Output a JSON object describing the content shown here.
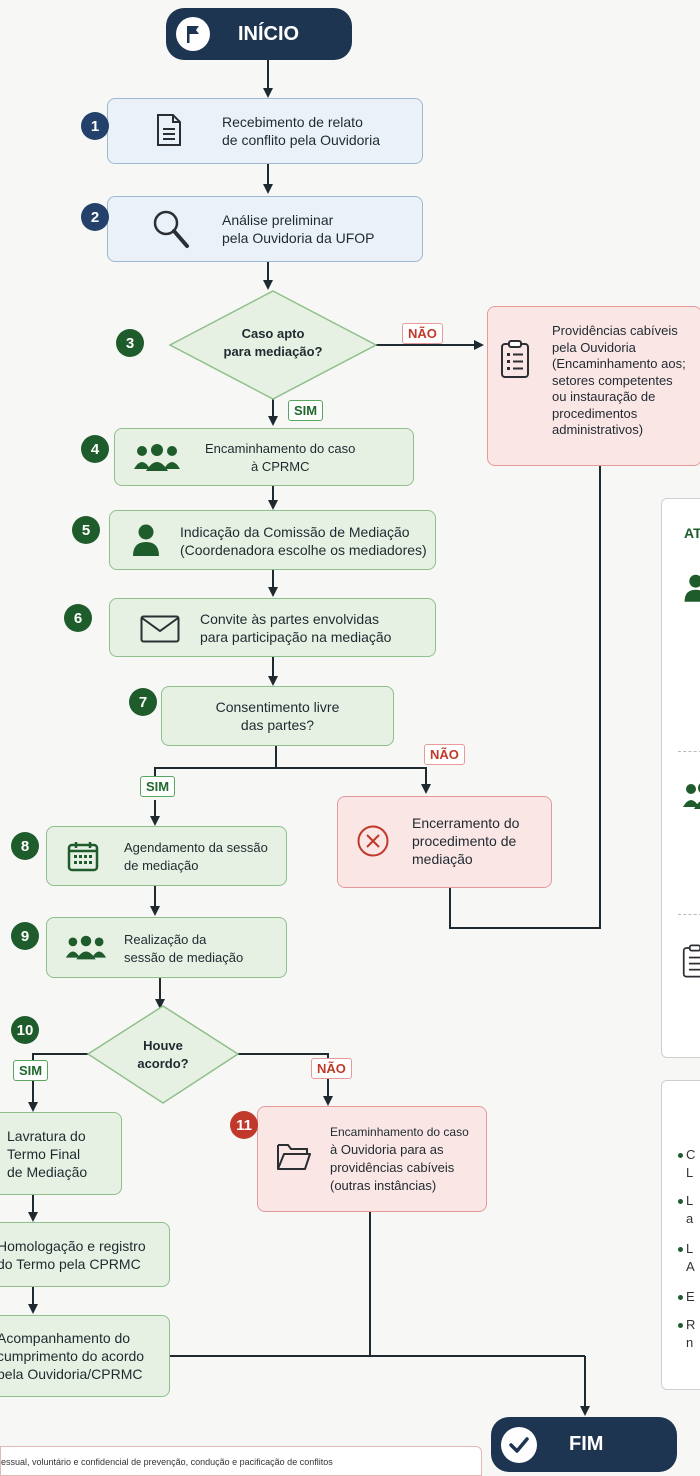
{
  "start": {
    "label": "INÍCIO"
  },
  "end": {
    "label": "FIM"
  },
  "steps": {
    "s1": {
      "num": "1",
      "line1": "Recebimento de relato",
      "line2": "de conflito pela Ouvidoria"
    },
    "s2": {
      "num": "2",
      "line1": "Análise preliminar",
      "line2": "pela Ouvidoria da UFOP"
    },
    "s3": {
      "num": "3",
      "line1": "Caso apto",
      "line2": "para mediação?"
    },
    "s4": {
      "num": "4",
      "line1": "Encaminhamento do caso",
      "line2": "à CPRMC"
    },
    "s5": {
      "num": "5",
      "line1": "Indicação da Comissão de Mediação",
      "line2": "(Coordenadora escolhe os mediadores)"
    },
    "s6": {
      "num": "6",
      "line1": "Convite às partes envolvidas",
      "line2": "para participação na mediação"
    },
    "s7": {
      "num": "7",
      "line1": "Consentimento livre",
      "line2": "das partes?"
    },
    "s8": {
      "num": "8",
      "line1": "Agendamento da sessão",
      "line2": "de mediação"
    },
    "s9": {
      "num": "9",
      "line1": "Realização da",
      "line2": "sessão de mediação"
    },
    "s10": {
      "num": "10",
      "line1": "Houve",
      "line2": "acordo?"
    },
    "s11": {
      "num": "11",
      "line1": "Encaminhamento do caso",
      "line2": "à Ouvidoria para as",
      "line3": "providências cabíveis",
      "line4": "(outras instâncias)"
    }
  },
  "providencias": {
    "l1": "Providências cabíveis",
    "l2": "pela Ouvidoria",
    "l3": "(Encaminhamento aos;",
    "l4": "setores competentes",
    "l5": "ou instauração de",
    "l6": "procedimentos",
    "l7": "administrativos)"
  },
  "encerramento": {
    "l1": "Encerramento do",
    "l2": "procedimento de",
    "l3": "mediação"
  },
  "lavratura": {
    "l1": "Lavratura do",
    "l2": "Termo Final",
    "l3": "de Mediação"
  },
  "homologacao": {
    "l1": "Homologação e registro",
    "l2": "do Termo pela CPRMC"
  },
  "acompanhamento": {
    "l1": "Acompanhamento do",
    "l2": "cumprimento do acordo",
    "l3": "pela Ouvidoria/CPRMC"
  },
  "labels": {
    "sim": "SIM",
    "nao": "NÃO"
  },
  "side_panel": {
    "title": "AT"
  },
  "notes": {
    "n1a": "C",
    "n1b": "L",
    "n2a": "L",
    "n2b": "a",
    "n3a": "L",
    "n3b": "A",
    "n4": "E",
    "n5a": "R",
    "n5b": "n"
  },
  "footer": {
    "text": "essual, voluntário e confidencial de prevenção, condução e pacificação de conflitos"
  },
  "colors": {
    "blue": "#24416b",
    "green": "#1f5c2c",
    "red": "#c0392b",
    "navy": "#1e3552"
  }
}
